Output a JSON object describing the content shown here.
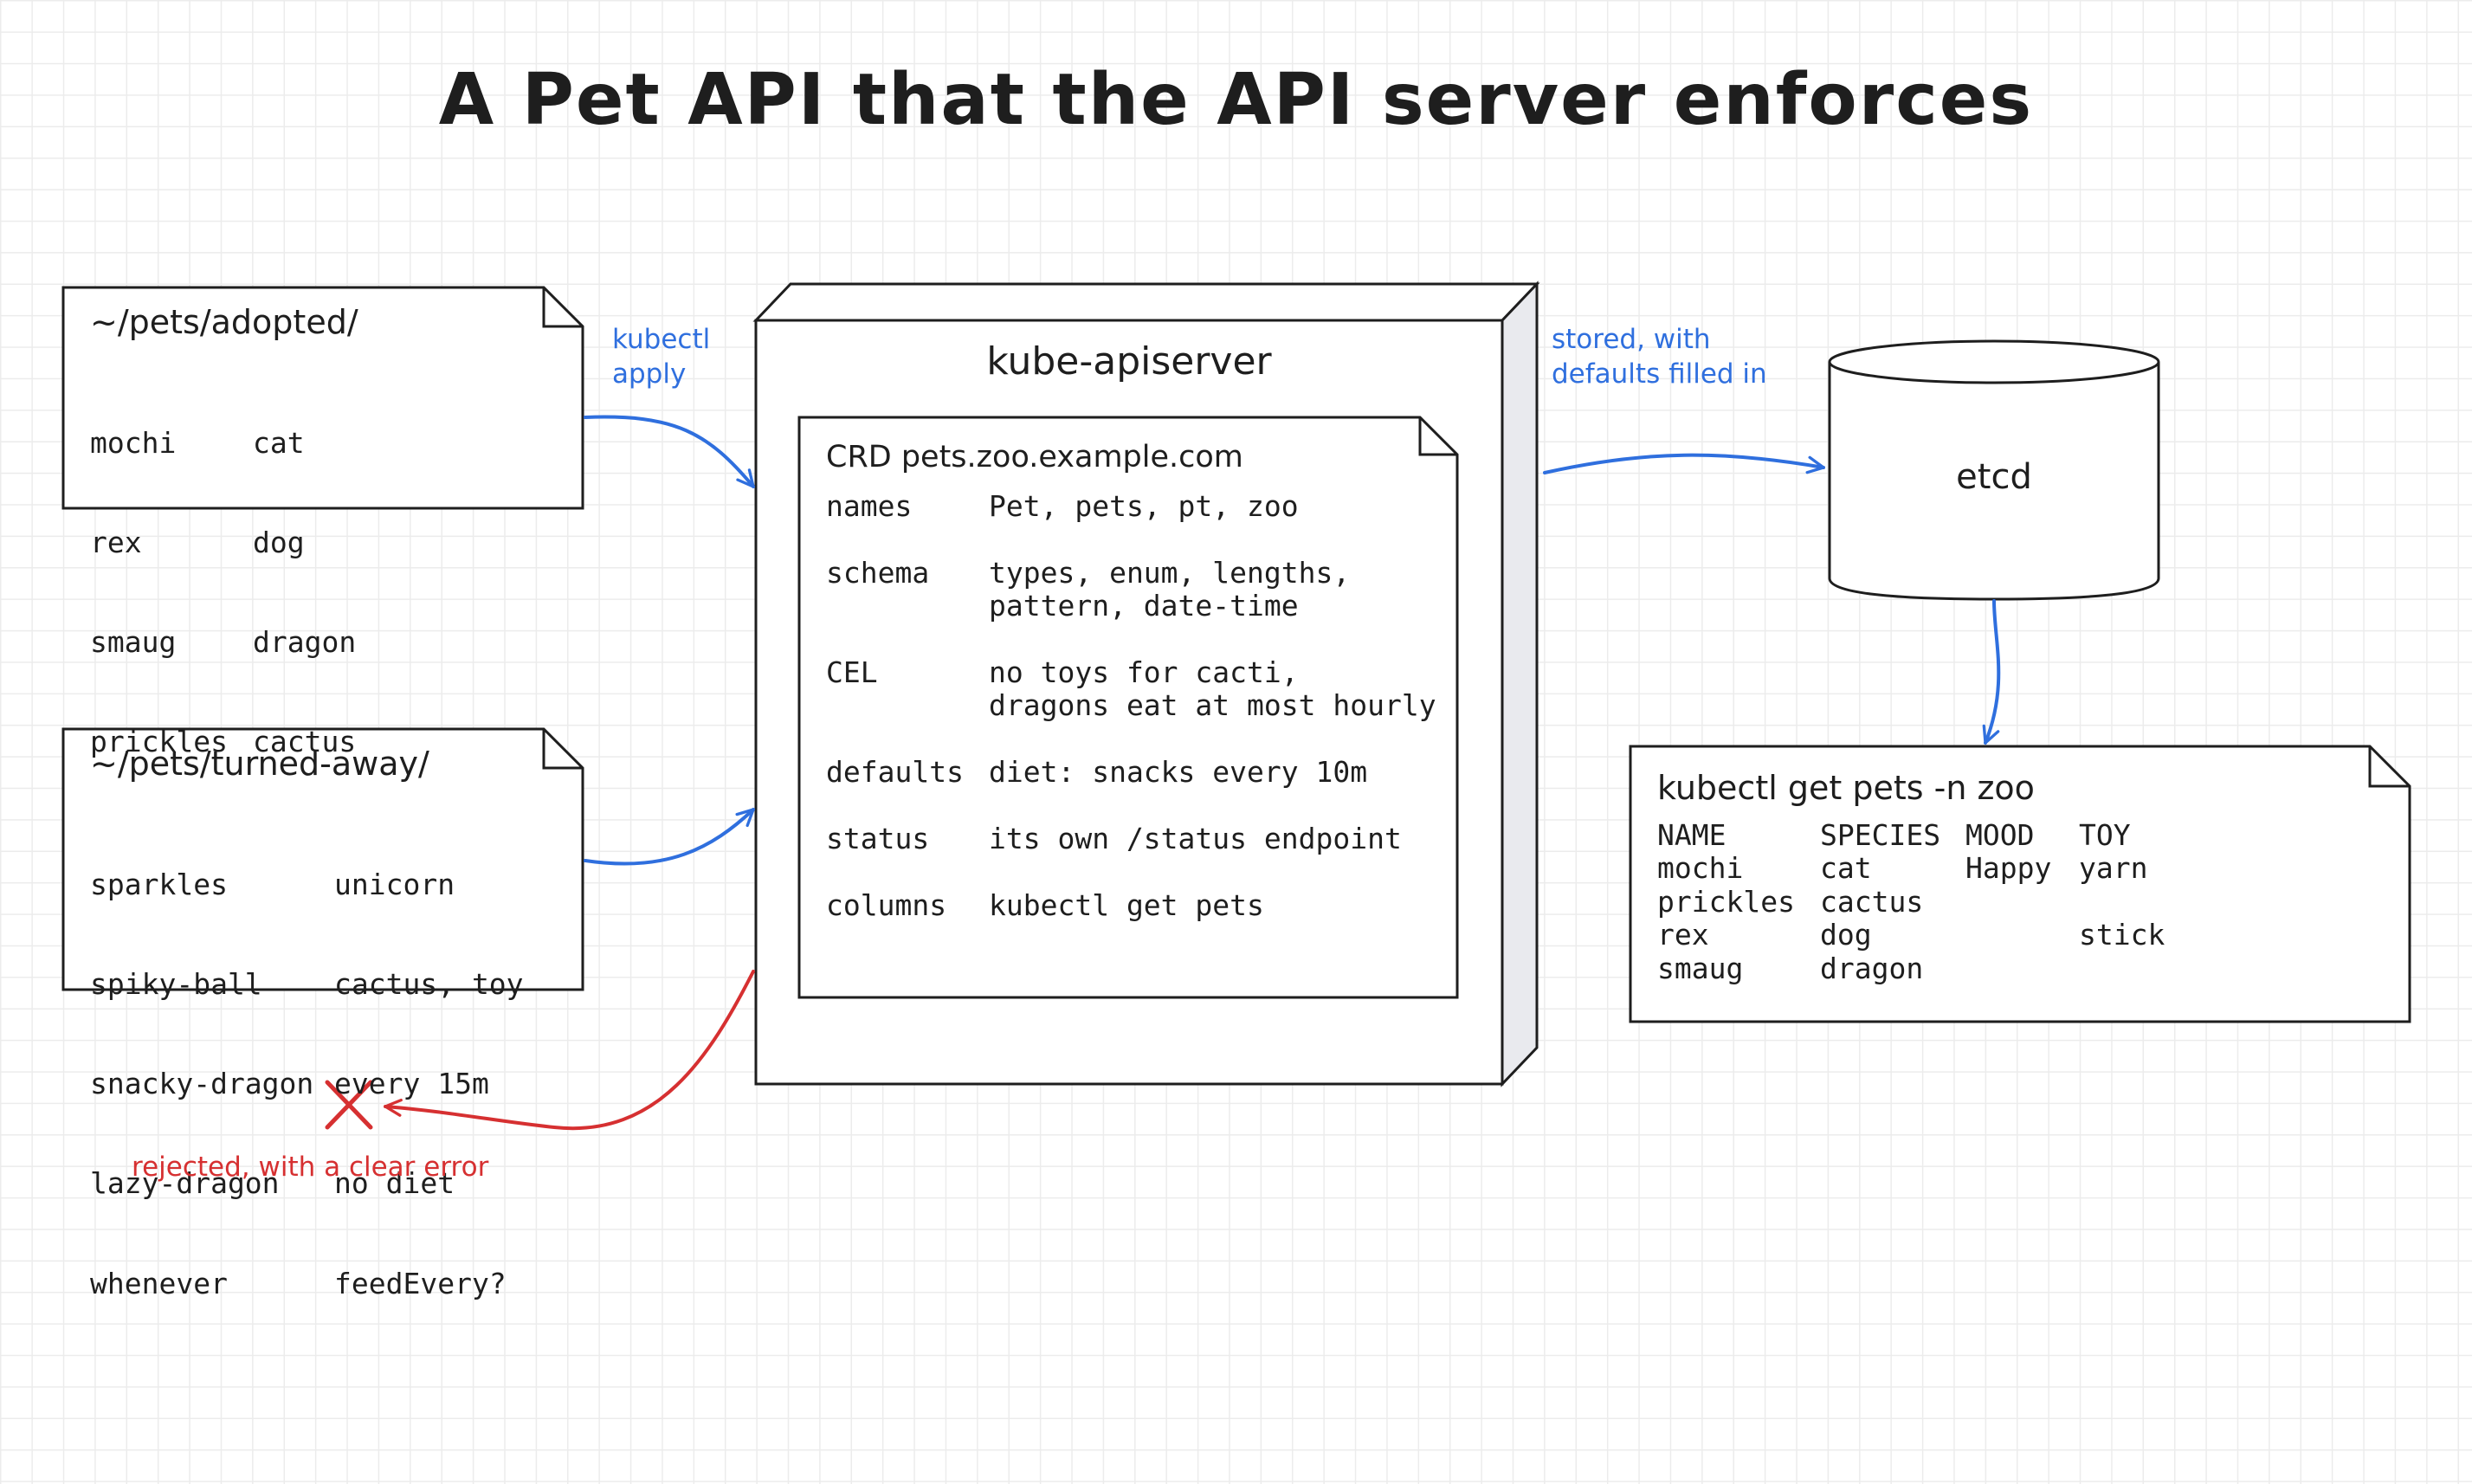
{
  "title": "A Pet API that the API server enforces",
  "adopted": {
    "title": "~/pets/adopted/",
    "rows": [
      {
        "name": "mochi",
        "species": "cat"
      },
      {
        "name": "rex",
        "species": "dog"
      },
      {
        "name": "smaug",
        "species": "dragon"
      },
      {
        "name": "prickles",
        "species": "cactus"
      }
    ]
  },
  "turned_away": {
    "title": "~/pets/turned-away/",
    "rows": [
      {
        "name": "sparkles",
        "reason": "unicorn"
      },
      {
        "name": "spiky-ball",
        "reason": "cactus, toy"
      },
      {
        "name": "snacky-dragon",
        "reason": "every 15m"
      },
      {
        "name": "lazy-dragon",
        "reason": "no diet"
      },
      {
        "name": "whenever",
        "reason": "feedEvery?"
      }
    ]
  },
  "arrows": {
    "apply_label": "kubectl\napply",
    "stored_label": "stored, with\ndefaults filled in",
    "rejected_label": "rejected, with a clear error"
  },
  "apiserver": {
    "title": "kube-apiserver",
    "crd_title": "CRD pets.zoo.example.com",
    "rows": [
      {
        "key": "names",
        "value": "Pet, pets, pt, zoo"
      },
      {
        "key": "schema",
        "value": "types, enum, lengths,\npattern, date-time"
      },
      {
        "key": "CEL",
        "value": "no toys for cacti,\ndragons eat at most hourly"
      },
      {
        "key": "defaults",
        "value": "diet: snacks every 10m"
      },
      {
        "key": "status",
        "value": "its own /status endpoint"
      },
      {
        "key": "columns",
        "value": "kubectl get pets"
      }
    ]
  },
  "etcd": {
    "label": "etcd"
  },
  "get_pets": {
    "title": "kubectl get pets -n zoo",
    "columns": [
      "NAME",
      "SPECIES",
      "MOOD",
      "TOY"
    ],
    "rows": [
      [
        "mochi",
        "cat",
        "Happy",
        "yarn"
      ],
      [
        "prickles",
        "cactus",
        "",
        ""
      ],
      [
        "rex",
        "dog",
        "",
        "stick"
      ],
      [
        "smaug",
        "dragon",
        "",
        ""
      ]
    ]
  },
  "colors": {
    "ink": "#1e1e1e",
    "blue": "#2f6fde",
    "red": "#d63031",
    "grid": "#ececec"
  }
}
